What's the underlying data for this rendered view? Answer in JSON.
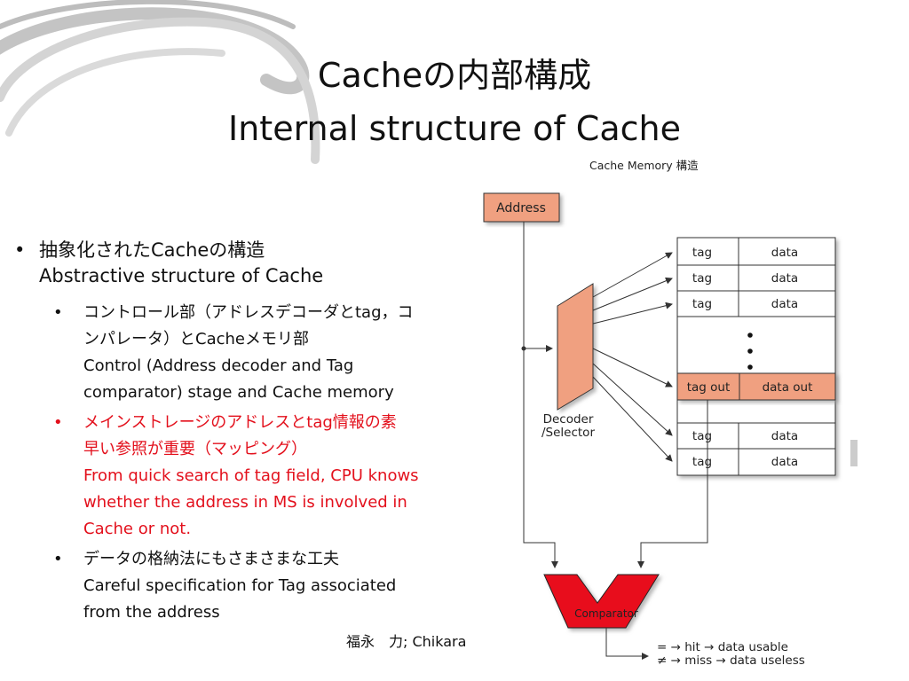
{
  "slide": {
    "title_line1": "Cacheの内部構成",
    "title_line2": "Internal structure of Cache",
    "bullet1": {
      "jp": "抽象化されたCacheの構造",
      "en": "Abstractive structure of Cache"
    },
    "sub1": {
      "jp_line1": "コントロール部（アドレスデコーダとtag，コ",
      "jp_line2": "ンパレータ）とCacheメモリ部",
      "en_line1": "Control (Address decoder and Tag",
      "en_line2": "comparator) stage and Cache memory"
    },
    "sub2": {
      "jp_line1": "メインストレージのアドレスとtag情報の素",
      "jp_line2": "早い参照が重要（マッピング）",
      "en_line1": "From quick search of tag field, CPU knows",
      "en_line2": "whether the address in MS is involved in",
      "en_line3": "Cache or not."
    },
    "sub3": {
      "jp": "データの格納法にもさまさまな工夫",
      "en_line1": "Careful specification for Tag associated",
      "en_line2": "from the address"
    },
    "footer": "福永　力; Chikara"
  },
  "diagram": {
    "caption": "Cache Memory 構造",
    "address_label": "Address",
    "decoder_label_line1": "Decoder",
    "decoder_label_line2": "/Selector",
    "tag_label": "tag",
    "data_label": "data",
    "tag_out_label": "tag out",
    "data_out_label": "data out",
    "ellipsis": "• • •",
    "comparator_label": "Comparator",
    "hit_line": "=  → hit → data usable",
    "miss_line": "≠  → miss → data useless",
    "colors": {
      "accent_box": "#f0a080",
      "comparator": "#e8101c",
      "box_border": "#333333"
    }
  }
}
